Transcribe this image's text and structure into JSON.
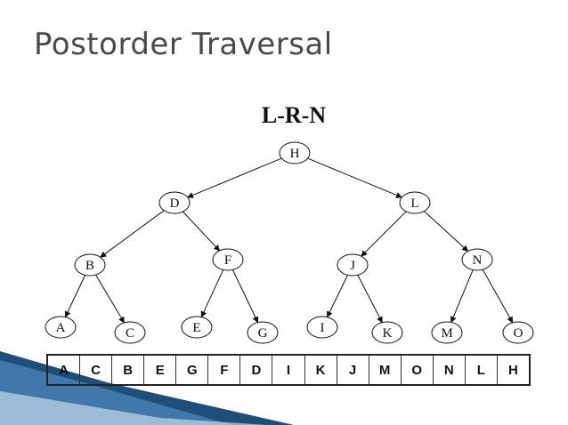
{
  "slide": {
    "title": "Postorder Traversal",
    "subtitle": "L-R-N"
  },
  "tree": {
    "nodes": [
      {
        "id": "H",
        "label": "H"
      },
      {
        "id": "D",
        "label": "D"
      },
      {
        "id": "L",
        "label": "L"
      },
      {
        "id": "B",
        "label": "B"
      },
      {
        "id": "F",
        "label": "F"
      },
      {
        "id": "J",
        "label": "J"
      },
      {
        "id": "N",
        "label": "N"
      },
      {
        "id": "A",
        "label": "A"
      },
      {
        "id": "C",
        "label": "C"
      },
      {
        "id": "E",
        "label": "E"
      },
      {
        "id": "G",
        "label": "G"
      },
      {
        "id": "I",
        "label": "I"
      },
      {
        "id": "K",
        "label": "K"
      },
      {
        "id": "M",
        "label": "M"
      },
      {
        "id": "O",
        "label": "O"
      }
    ],
    "edges": [
      [
        "H",
        "D"
      ],
      [
        "H",
        "L"
      ],
      [
        "D",
        "B"
      ],
      [
        "D",
        "F"
      ],
      [
        "L",
        "J"
      ],
      [
        "L",
        "N"
      ],
      [
        "B",
        "A"
      ],
      [
        "B",
        "C"
      ],
      [
        "F",
        "E"
      ],
      [
        "F",
        "G"
      ],
      [
        "J",
        "I"
      ],
      [
        "J",
        "K"
      ],
      [
        "N",
        "M"
      ],
      [
        "N",
        "O"
      ]
    ]
  },
  "sequence": [
    "A",
    "C",
    "B",
    "E",
    "G",
    "F",
    "D",
    "I",
    "K",
    "J",
    "M",
    "O",
    "N",
    "L",
    "H"
  ],
  "colors": {
    "title": "#4a4a4a",
    "accent_dark": "#1f4e79",
    "accent_light": "#5b9bd5"
  }
}
